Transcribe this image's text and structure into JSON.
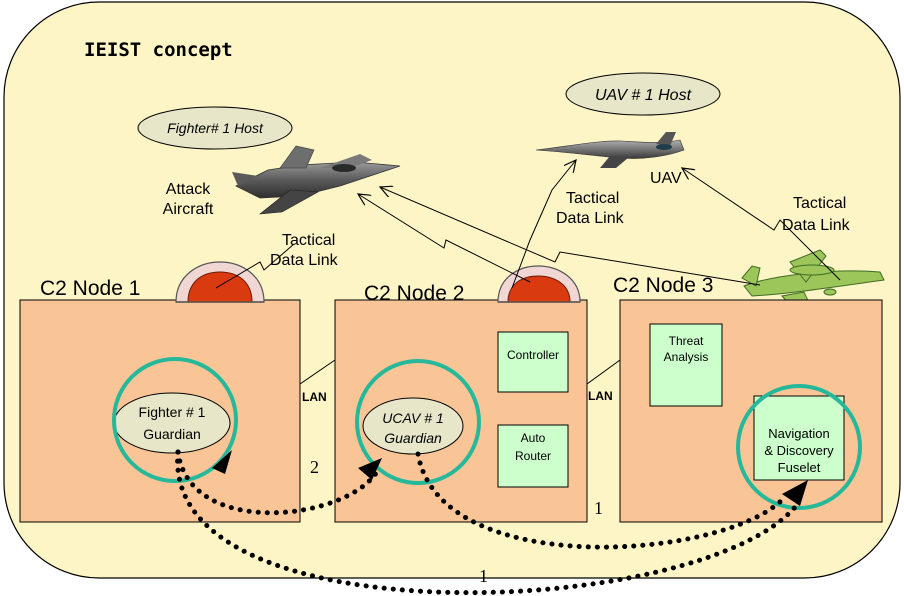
{
  "title": "IEIST concept",
  "hosts": {
    "fighter_host": "Fighter# 1 Host",
    "uav_host": "UAV # 1 Host"
  },
  "aircraft": {
    "attack_line1": "Attack",
    "attack_line2": "Aircraft",
    "uav": "UAV"
  },
  "links": {
    "tdl1_line1": "Tactical",
    "tdl1_line2": "Data Link",
    "tdl2_line1": "Tactical",
    "tdl2_line2": "Data Link",
    "tdl3_line1": "Tactical",
    "tdl3_line2": "Data Link"
  },
  "nodes": {
    "node1": "C2 Node 1",
    "node2": "C2 Node 2",
    "node3": "C2 Node 3"
  },
  "lan": {
    "lan1": "LAN",
    "lan2": "LAN"
  },
  "components": {
    "fighter_guardian_line1": "Fighter # 1",
    "fighter_guardian_line2": "Guardian",
    "ucav_guardian_line1": "UCAV # 1",
    "ucav_guardian_line2": "Guardian",
    "controller": "Controller",
    "auto_router_line1": "Auto",
    "auto_router_line2": "Router",
    "threat_line1": "Threat",
    "threat_line2": "Analysis",
    "nav_line1": "Navigation",
    "nav_line2": "& Discovery",
    "nav_line3": "Fuselet"
  },
  "path_labels": {
    "label_2": "2",
    "label_1a": "1",
    "label_1b": "1"
  },
  "colors": {
    "background": "#fdf5c6",
    "node_fill": "#fac596",
    "component_fill": "#ccffcc",
    "host_fill": "#e8e6c8",
    "circle_stroke": "#26b89a",
    "radome": "#d93a10"
  }
}
